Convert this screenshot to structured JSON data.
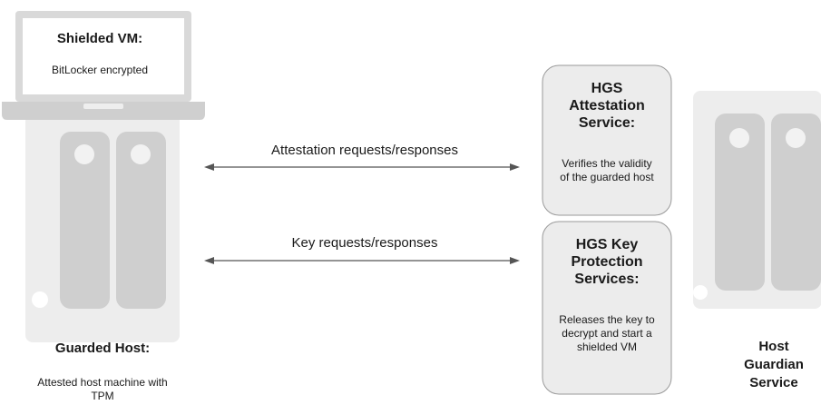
{
  "shielded_vm": {
    "title": "Shielded VM:",
    "subtitle": "BitLocker encrypted"
  },
  "arrows": {
    "attestation": "Attestation requests/responses",
    "key": "Key requests/responses"
  },
  "attestation_box": {
    "title": "HGS Attestation Service:",
    "description": "Verifies the validity of the guarded host"
  },
  "key_box": {
    "title": "HGS Key Protection Services:",
    "description": "Releases the key to decrypt and start a shielded VM"
  },
  "guarded_host": {
    "title": "Guarded Host:",
    "description": "Attested host machine with TPM"
  },
  "hgs": {
    "title": "Host Guardian Service"
  },
  "colors": {
    "device_fill": "#e6e6e6",
    "device_dark": "#cfcfcf",
    "device_light": "#f2f2f2",
    "box_fill": "#ececec",
    "box_border": "#9a9a9a",
    "arrow": "#555555"
  }
}
